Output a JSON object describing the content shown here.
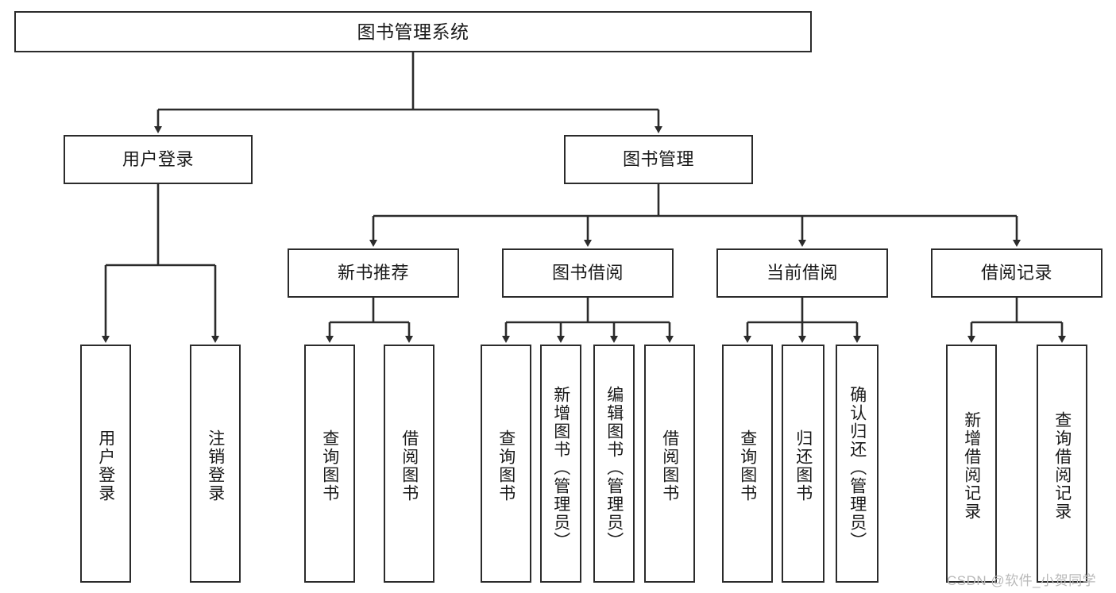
{
  "diagram": {
    "title": "图书管理系统",
    "type": "tree",
    "watermark": "CSDN @软件_小贺同学",
    "colors": {
      "border": "#2b2b2b",
      "background": "#ffffff",
      "text": "#1a1a1a",
      "edge": "#2b2b2b",
      "watermark": "#b9b9b9"
    },
    "nodes": {
      "root": {
        "label": "图书管理系统"
      },
      "level2": [
        {
          "id": "user-login",
          "label": "用户登录"
        },
        {
          "id": "book-manage",
          "label": "图书管理"
        }
      ],
      "level3": [
        {
          "id": "new-book-recommend",
          "label": "新书推荐"
        },
        {
          "id": "book-borrow",
          "label": "图书借阅"
        },
        {
          "id": "current-borrow",
          "label": "当前借阅"
        },
        {
          "id": "borrow-record",
          "label": "借阅记录"
        }
      ],
      "leaves": {
        "user_login": [
          {
            "id": "leaf-user-login",
            "label": "用户登录"
          },
          {
            "id": "leaf-logout-login",
            "label": "注销登录"
          }
        ],
        "new_book_recommend": [
          {
            "id": "leaf-query-book-1",
            "label": "查询图书"
          },
          {
            "id": "leaf-borrow-book-1",
            "label": "借阅图书"
          }
        ],
        "book_borrow": [
          {
            "id": "leaf-query-book-2",
            "label": "查询图书"
          },
          {
            "id": "leaf-add-book",
            "label": "新增图书（管理员）"
          },
          {
            "id": "leaf-edit-book",
            "label": "编辑图书（管理员）"
          },
          {
            "id": "leaf-borrow-book-2",
            "label": "借阅图书"
          }
        ],
        "current_borrow": [
          {
            "id": "leaf-query-book-3",
            "label": "查询图书"
          },
          {
            "id": "leaf-return-book",
            "label": "归还图书"
          },
          {
            "id": "leaf-confirm-return",
            "label": "确认归还（管理员）"
          }
        ],
        "borrow_record": [
          {
            "id": "leaf-add-record",
            "label": "新增借阅记录"
          },
          {
            "id": "leaf-query-record",
            "label": "查询借阅记录"
          }
        ]
      }
    }
  }
}
